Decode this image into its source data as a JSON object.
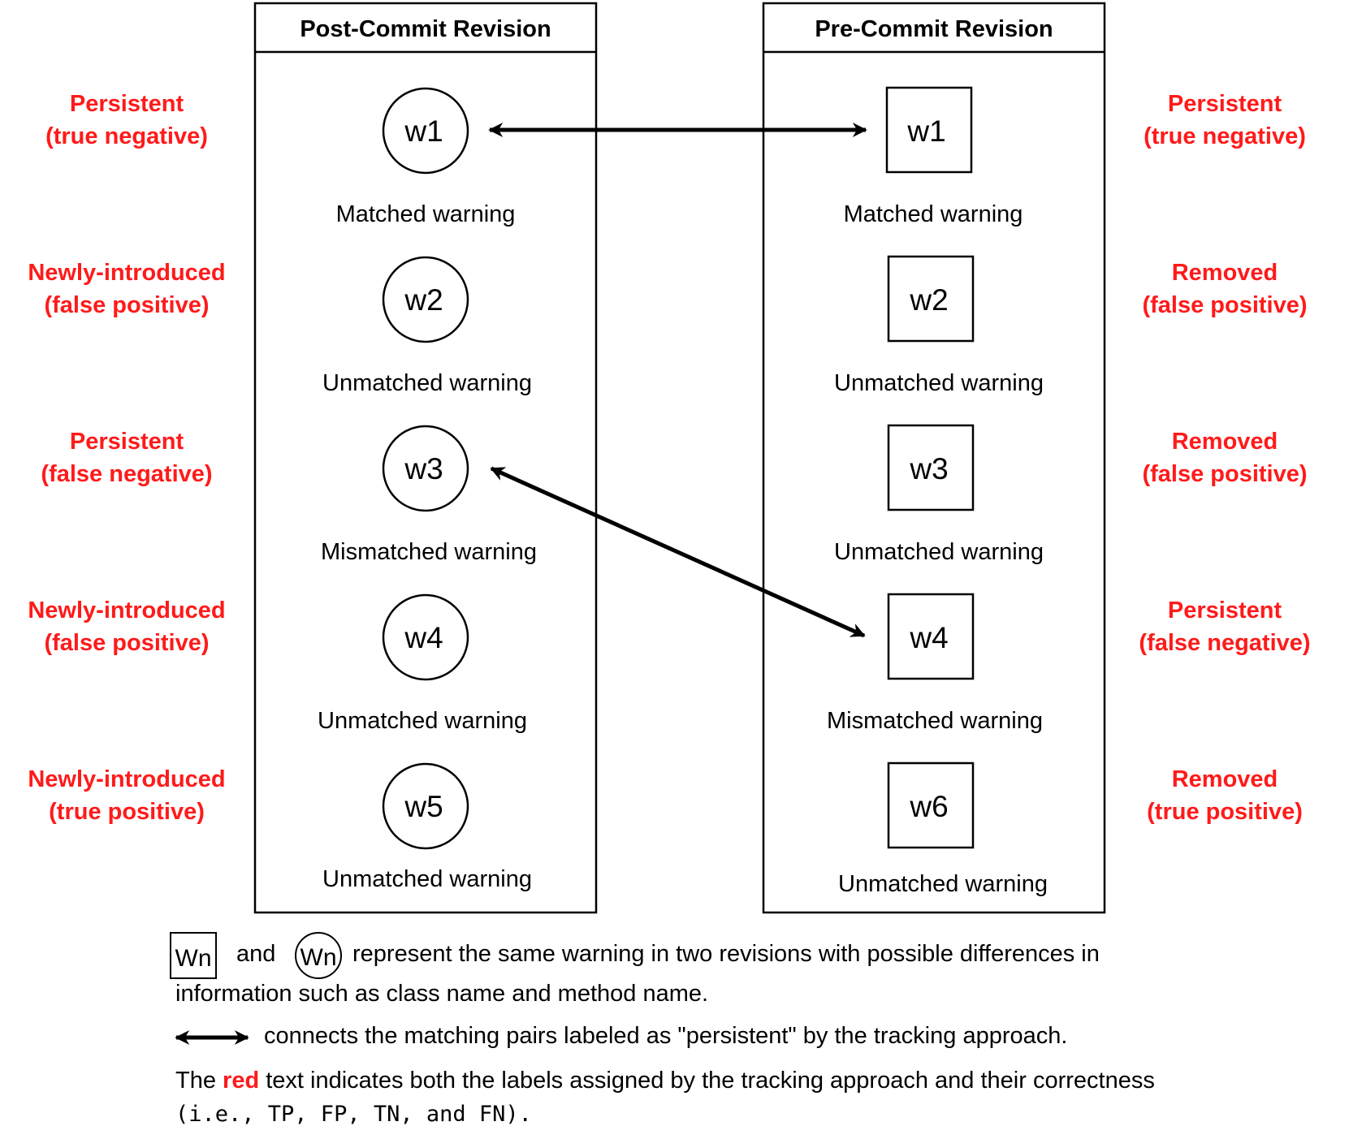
{
  "colors": {
    "accent_red": "#ff1a1a",
    "stroke": "#000000"
  },
  "post": {
    "title": "Post-Commit Revision",
    "items": [
      {
        "id": "w1",
        "label": "Matched warning",
        "status": "Persistent",
        "correctness": "(true negative)"
      },
      {
        "id": "w2",
        "label": "Unmatched warning",
        "status": "Newly-introduced",
        "correctness": "(false positive)"
      },
      {
        "id": "w3",
        "label": "Mismatched warning",
        "status": "Persistent",
        "correctness": "(false negative)"
      },
      {
        "id": "w4",
        "label": "Unmatched warning",
        "status": "Newly-introduced",
        "correctness": "(false positive)"
      },
      {
        "id": "w5",
        "label": "Unmatched warning",
        "status": "Newly-introduced",
        "correctness": "(true positive)"
      }
    ]
  },
  "pre": {
    "title": "Pre-Commit Revision",
    "items": [
      {
        "id": "w1",
        "label": "Matched warning",
        "status": "Persistent",
        "correctness": "(true negative)"
      },
      {
        "id": "w2",
        "label": "Unmatched warning",
        "status": "Removed",
        "correctness": "(false positive)"
      },
      {
        "id": "w3",
        "label": "Unmatched warning",
        "status": "Removed",
        "correctness": "(false positive)"
      },
      {
        "id": "w4",
        "label": "Mismatched warning",
        "status": "Persistent",
        "correctness": "(false negative)"
      },
      {
        "id": "w6",
        "label": "Unmatched warning",
        "status": "Removed",
        "correctness": "(true positive)"
      }
    ]
  },
  "links": [
    {
      "from": "post.w1",
      "to": "pre.w1"
    },
    {
      "from": "post.w3",
      "to": "pre.w4"
    }
  ],
  "legend": {
    "square_symbol": "Wn",
    "circle_symbol": "Wn",
    "and_word": "and",
    "line1_text": "represent the same warning in two revisions with possible differences in",
    "line2_text": "information such as class name and method name.",
    "arrow_text": "connects the matching pairs labeled as \"persistent\" by the tracking approach.",
    "red_prefix": "The ",
    "red_word": "red",
    "red_suffix": " text indicates both the labels assigned by the tracking approach and their correctness",
    "abbrev_line": "(i.e., TP, FP, TN, and FN)."
  }
}
